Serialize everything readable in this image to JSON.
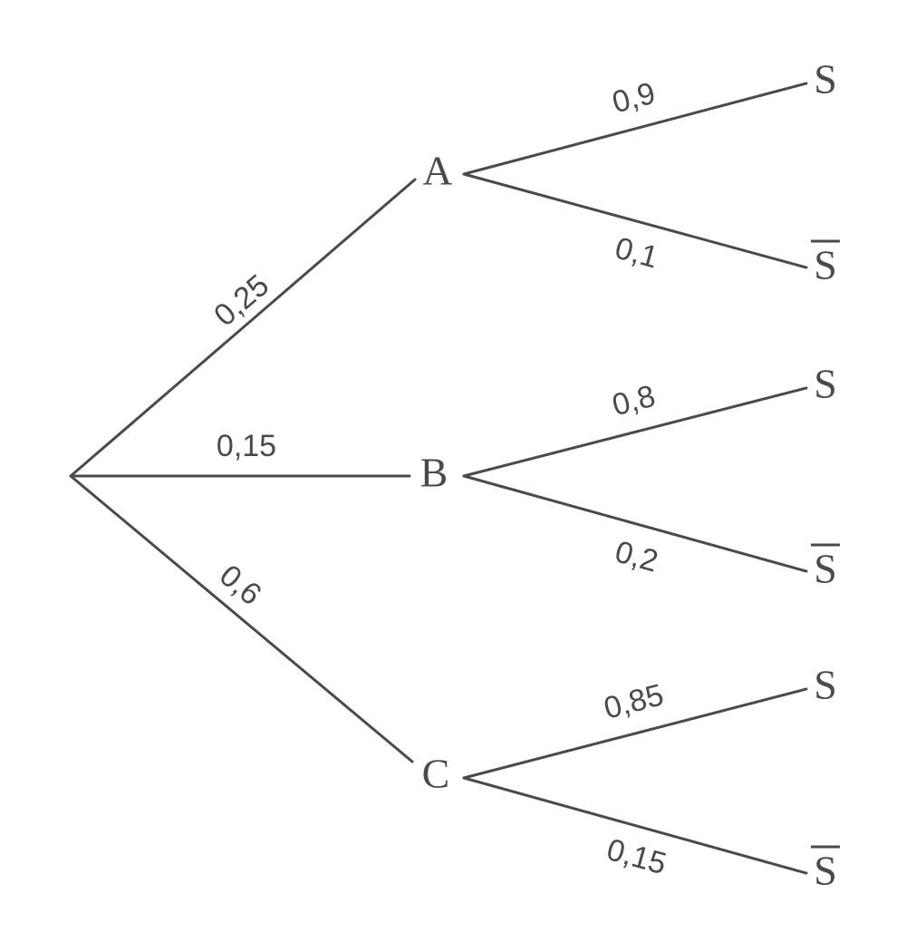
{
  "diagram": {
    "type": "probability-tree",
    "decimal_separator": ",",
    "line_color": "#4a4a4a",
    "background_color": "#ffffff",
    "root": {
      "label": ""
    },
    "level1": [
      {
        "id": "A",
        "label": "A",
        "probability": "0,25"
      },
      {
        "id": "B",
        "label": "B",
        "probability": "0,15"
      },
      {
        "id": "C",
        "label": "C",
        "probability": "0,6"
      }
    ],
    "leaves": [
      {
        "parent": "A",
        "label": "S",
        "overbar": false,
        "probability": "0,9"
      },
      {
        "parent": "A",
        "label": "S",
        "overbar": true,
        "probability": "0,1"
      },
      {
        "parent": "B",
        "label": "S",
        "overbar": false,
        "probability": "0,8"
      },
      {
        "parent": "B",
        "label": "S",
        "overbar": true,
        "probability": "0,2"
      },
      {
        "parent": "C",
        "label": "S",
        "overbar": false,
        "probability": "0,85"
      },
      {
        "parent": "C",
        "label": "S",
        "overbar": true,
        "probability": "0,15"
      }
    ]
  },
  "chart_data": {
    "type": "diagram",
    "title": "",
    "subtype": "probability tree diagram",
    "nodes": [
      "root",
      "A",
      "B",
      "C",
      "S",
      "S̄"
    ],
    "first_stage": {
      "categories": [
        "A",
        "B",
        "C"
      ],
      "values": [
        0.25,
        0.15,
        0.6
      ],
      "labels": [
        "0,25",
        "0,15",
        "0,6"
      ]
    },
    "second_stage": [
      {
        "name": "A",
        "categories": [
          "S",
          "S̄"
        ],
        "values": [
          0.9,
          0.1
        ],
        "labels": [
          "0,9",
          "0,1"
        ]
      },
      {
        "name": "B",
        "categories": [
          "S",
          "S̄"
        ],
        "values": [
          0.8,
          0.2
        ],
        "labels": [
          "0,8",
          "0,2"
        ]
      },
      {
        "name": "C",
        "categories": [
          "S",
          "S̄"
        ],
        "values": [
          0.85,
          0.15
        ],
        "labels": [
          "0,85",
          "0,15"
        ]
      }
    ]
  }
}
